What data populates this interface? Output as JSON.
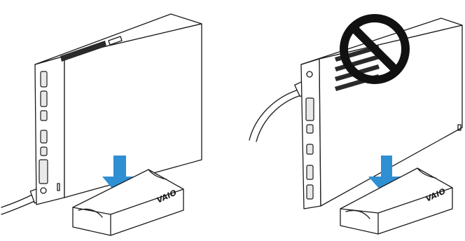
{
  "brand_logo_text": "VAIO",
  "colors": {
    "arrow": "#2f8fd3",
    "prohibition": "#111111",
    "outline": "#1a1a1a"
  },
  "panels": [
    {
      "id": "correct",
      "icons": [
        "pc-icon",
        "stand-icon",
        "down-arrow-icon",
        "cable-icon"
      ]
    },
    {
      "id": "incorrect",
      "icons": [
        "pc-icon",
        "stand-icon",
        "down-arrow-icon",
        "cable-icon",
        "prohibition-icon"
      ]
    }
  ]
}
